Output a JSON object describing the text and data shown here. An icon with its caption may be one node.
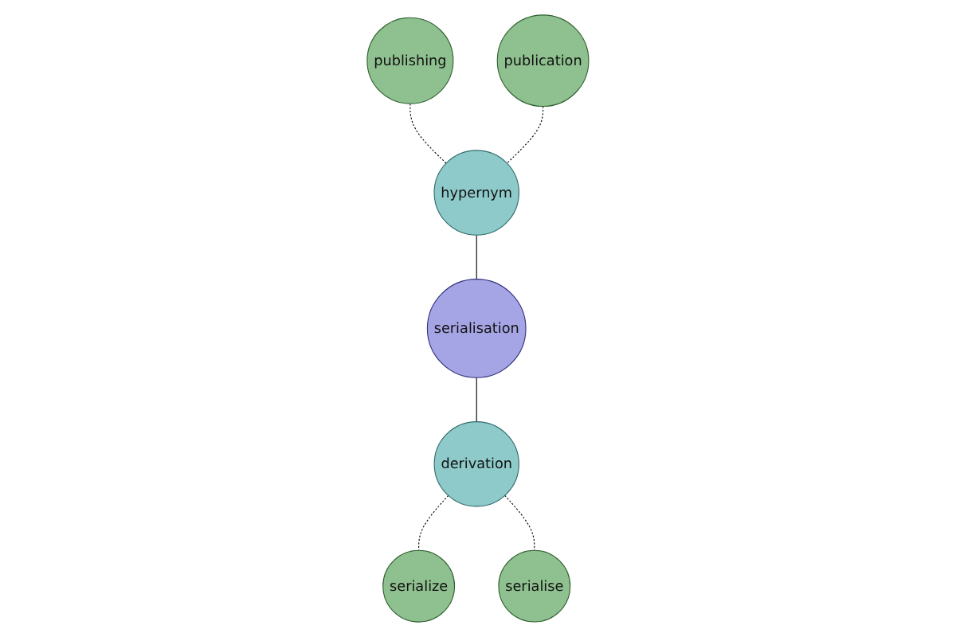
{
  "diagram": {
    "nodes": [
      {
        "text": [
          "publishing"
        ]
      },
      {
        "text": [
          "publication"
        ]
      },
      {
        "text": [
          "hypernym"
        ]
      },
      {
        "text": [
          "serialisation"
        ]
      },
      {
        "text": [
          "derivation"
        ]
      },
      {
        "text": [
          "serialize"
        ]
      },
      {
        "text": [
          "serialise"
        ]
      }
    ],
    "edges": [
      {
        "from": 0,
        "to": 2,
        "arrow": "none",
        "style": "dashed"
      },
      {
        "from": 1,
        "to": 2,
        "arrow": "none",
        "style": "dashed"
      },
      {
        "from": 2,
        "to": 3,
        "arrow": "none"
      },
      {
        "from": 3,
        "to": 4,
        "arrow": "none"
      },
      {
        "from": 4,
        "to": 5,
        "arrow": "none",
        "style": "dashed"
      },
      {
        "from": 4,
        "to": 6,
        "arrow": "none",
        "style": "dashed"
      }
    ]
  }
}
